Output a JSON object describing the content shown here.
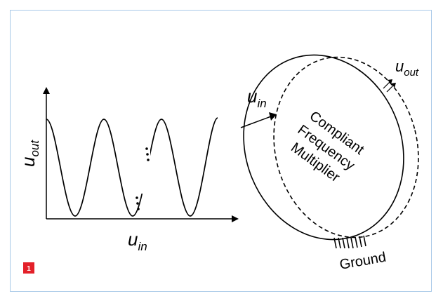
{
  "figure_badge": "1",
  "plot": {
    "y_label_main": "u",
    "y_label_sub": "out",
    "x_label_main": "u",
    "x_label_sub": "in"
  },
  "multiplier": {
    "line1": "Compliant",
    "line2": "Frequency",
    "line3": "Multiplier",
    "input_main": "u",
    "input_sub": "in",
    "output_main": "u",
    "output_sub": "out",
    "ground_label": "Ground"
  },
  "colors": {
    "frame_border": "#a9c9e8",
    "badge": "#e32029",
    "line": "#000000"
  }
}
